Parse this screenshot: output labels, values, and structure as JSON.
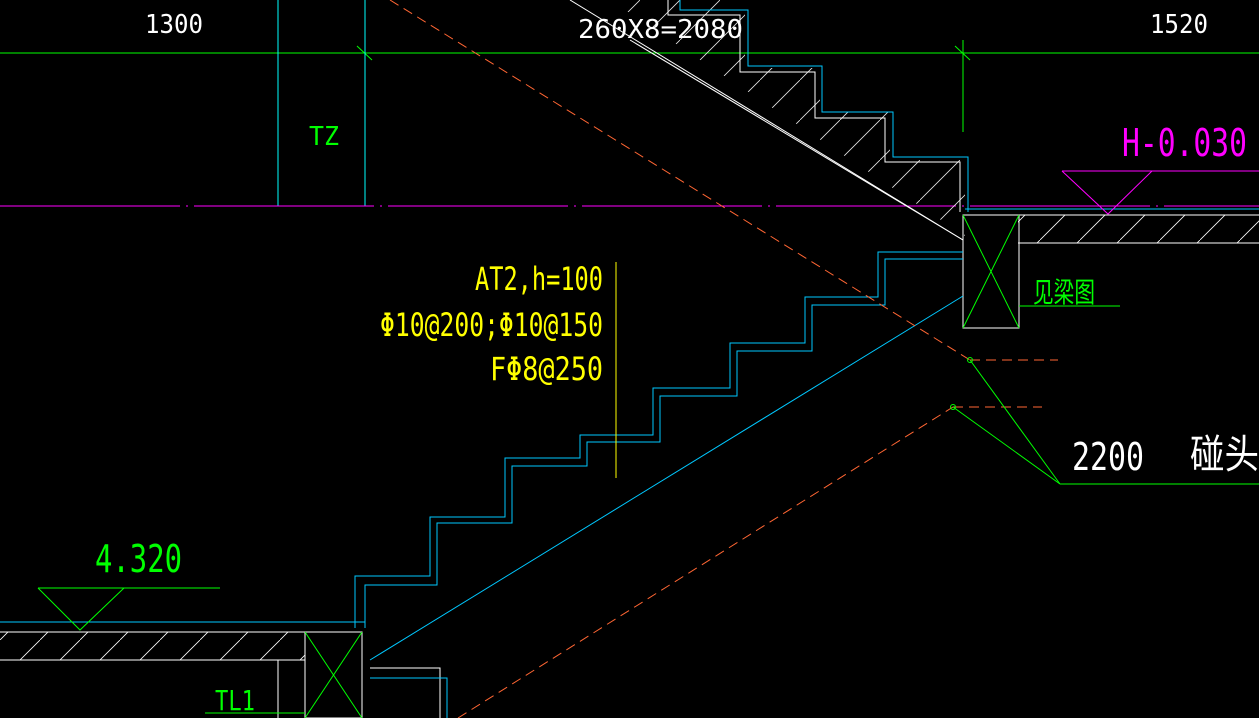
{
  "dimensions": {
    "left": "1300",
    "center": "260X8=2080",
    "right": "1520"
  },
  "labels": {
    "column": "TZ",
    "beam_top": "TL1",
    "elevation_top": "H-0.030",
    "elevation_bottom": "4.320",
    "beam_ref": "见梁图",
    "clearance_value": "2200",
    "clearance_label": "碰头"
  },
  "stair_note": {
    "line1": "AT2,h=100",
    "line2": "Φ10@200;Φ10@150",
    "line3": "FΦ8@250"
  },
  "colors": {
    "background": "#000000",
    "dimension_green": "#00ff00",
    "note_yellow": "#ffff00",
    "elevation_magenta": "#ff00ff",
    "stair_cyan": "#00c8ff",
    "structure_white": "#ffffff",
    "hidden_orange": "#ff6633",
    "grid_cyan": "#00ffff"
  }
}
